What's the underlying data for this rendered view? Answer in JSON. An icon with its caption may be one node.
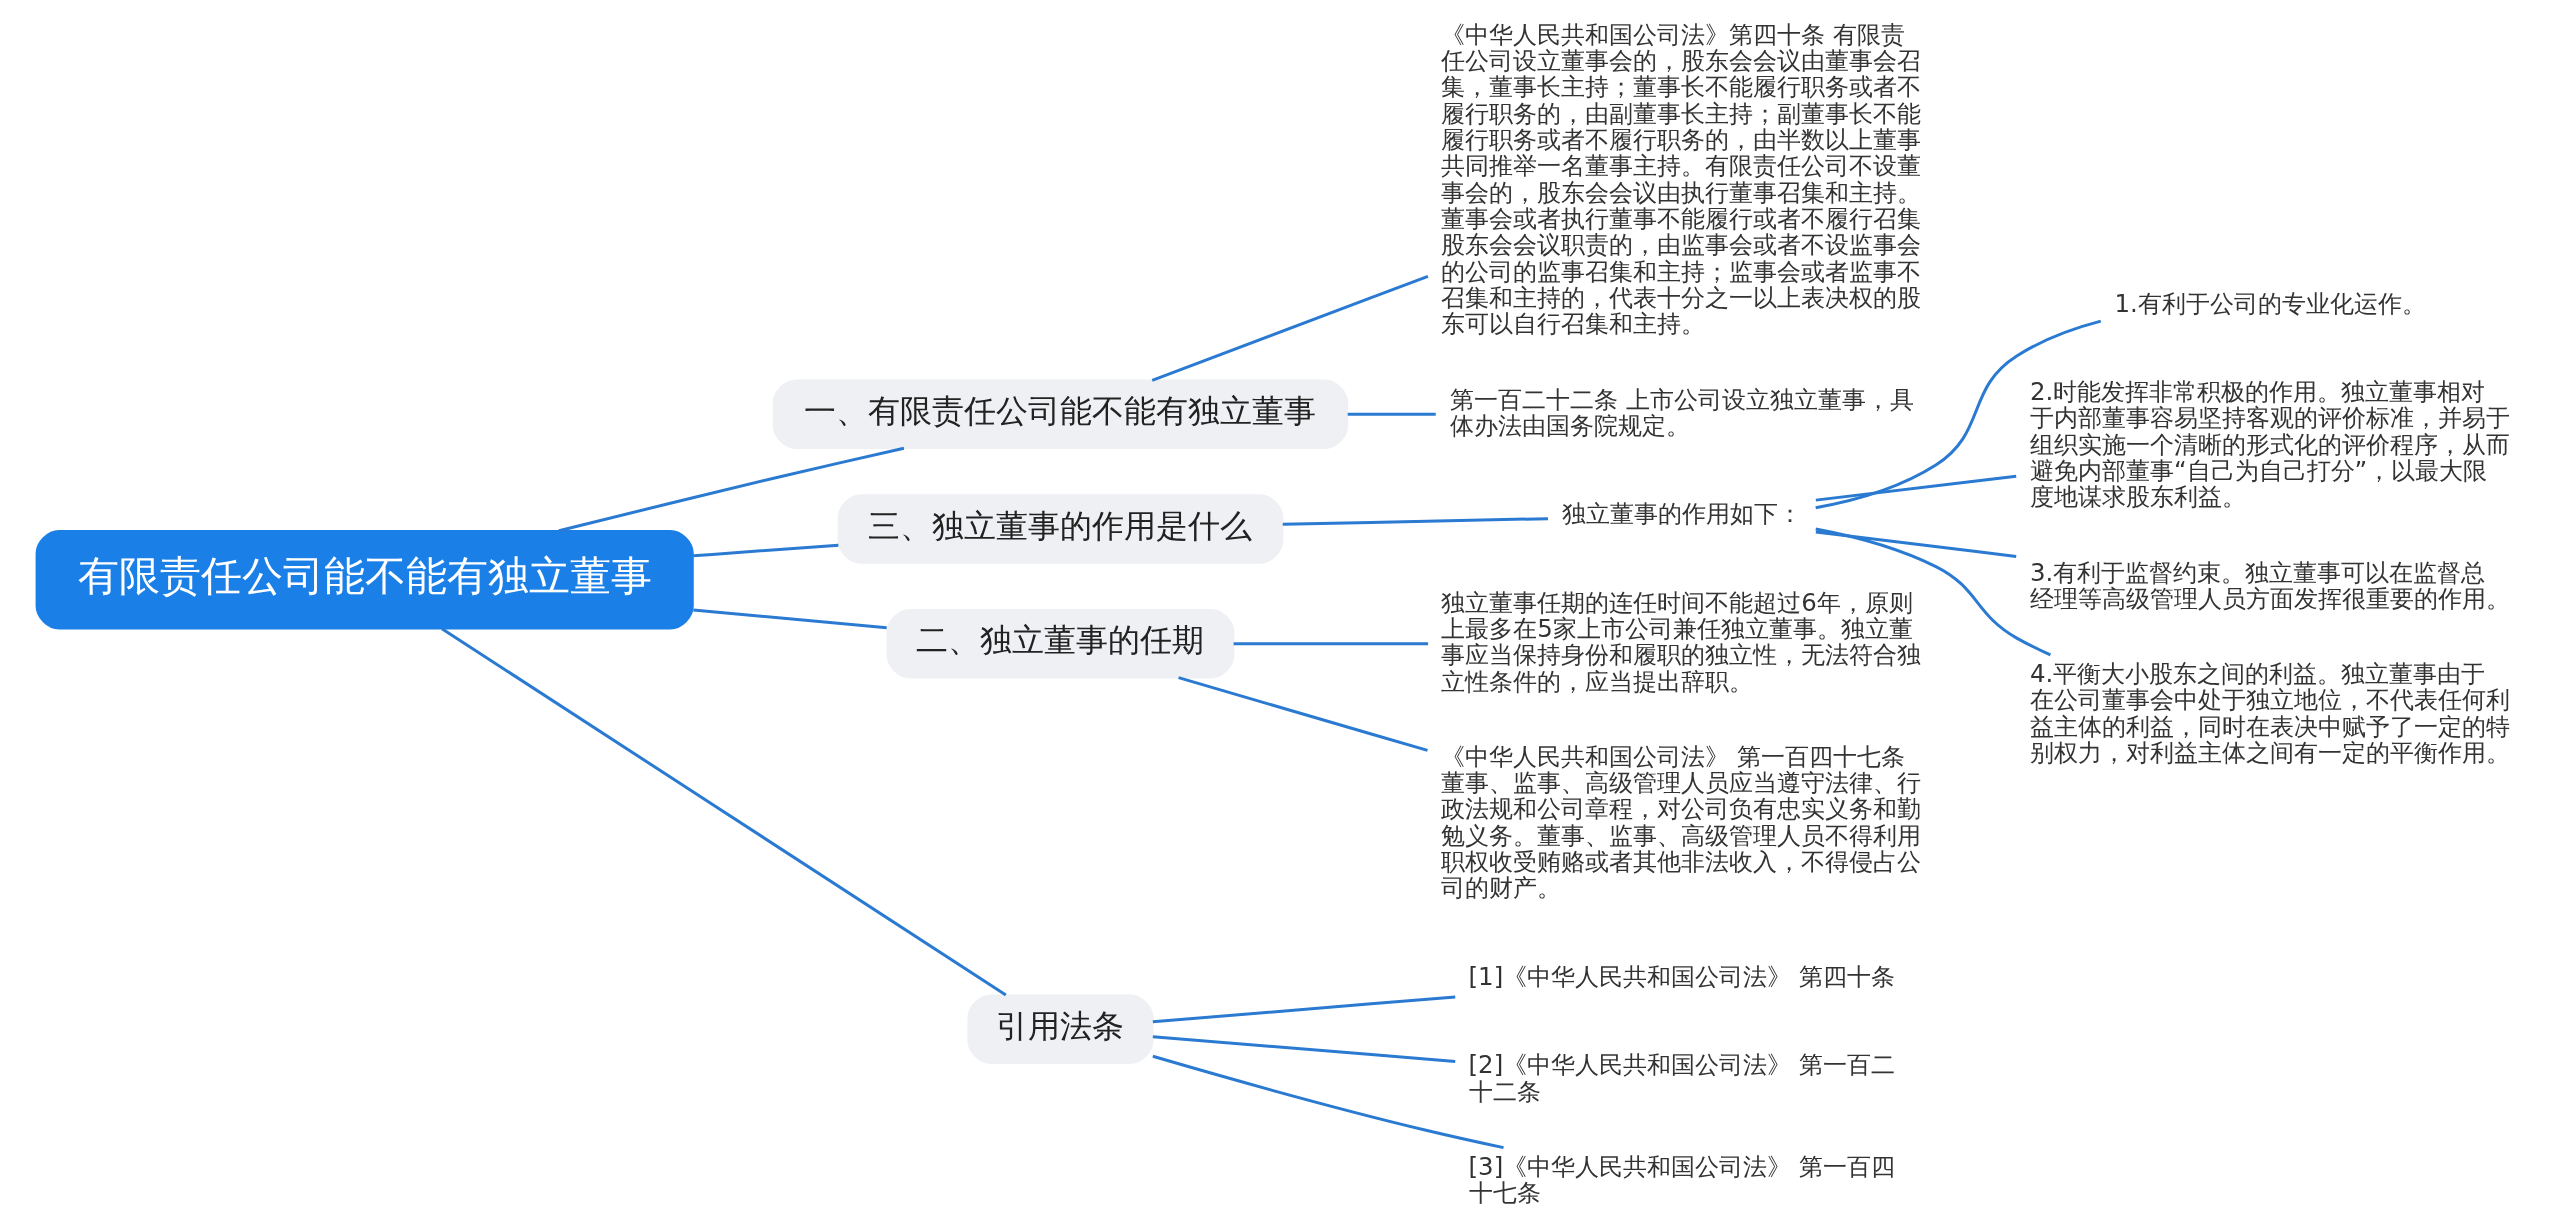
{
  "diagram": {
    "nodes": [
      {
        "text": [
          "有限责任公司能不能有独立董事"
        ]
      },
      {
        "text": [
          "一、有限责任公司能不能有独立董事"
        ]
      },
      {
        "text": [
          "《中华人民共和国公司法》第四十条 有限责任公司设立董事会的，股东会会议由董事会召集，董事长主持；董事长不能履行职务或者不履行职务的，由副董事长主持；副董事长不能履行职务或者不履行职务的，由半数以上董事共同推举一名董事主持。有限责任公司不设董事会的，股东会会议由执行董事召集和主持。董事会或者执行董事不能履行或者不履行召集股东会会议职责的，由监事会或者不设监事会的公司的监事召集和主持；监事会或者监事不召集和主持的，代表十分之一以上表决权的股东可以自行召集和主持。"
        ]
      },
      {
        "text": [
          "第一百二十二条 上市公司设立独立董事，具体办法由国务院规定。"
        ]
      },
      {
        "text": [
          "三、独立董事的作用是什么"
        ]
      },
      {
        "text": [
          "独立董事的作用如下："
        ]
      },
      {
        "text": [
          "1.有利于公司的专业化运作。"
        ]
      },
      {
        "text": [
          "2.时能发挥非常积极的作用。独立董事相对于内部董事容易坚持客观的评价标准，并易于组织实施一个清晰的形式化的评价程序，从而避免内部董事“自己为自己打分”，以最大限度地谋求股东利益。"
        ]
      },
      {
        "text": [
          "3.有利于监督约束。独立董事可以在监督总经理等高级管理人员方面发挥很重要的作用。"
        ]
      },
      {
        "text": [
          "4.平衡大小股东之间的利益。独立董事由于在公司董事会中处于独立地位，不代表任何利益主体的利益，同时在表决中赋予了一定的特别权力，对利益主体之间有一定的平衡作用。"
        ]
      },
      {
        "text": [
          "二、独立董事的任期"
        ]
      },
      {
        "text": [
          "独立董事任期的连任时间不能超过6年，原则上最多在5家上市公司兼任独立董事。独立董事应当保持身份和履职的独立性，无法符合独立性条件的，应当提出辞职。"
        ]
      },
      {
        "text": [
          "《中华人民共和国公司法》 第一百四十七条董事、监事、高级管理人员应当遵守法律、行政法规和公司章程，对公司负有忠实义务和勤勉义务。董事、监事、高级管理人员不得利用职权收受贿赂或者其他非法收入，不得侵占公司的财产。"
        ]
      },
      {
        "text": [
          "引用法条"
        ]
      },
      {
        "text": [
          "[1]《中华人民共和国公司法》 第四十条"
        ]
      },
      {
        "text": [
          "[2]《中华人民共和国公司法》 第一百二十二条"
        ]
      },
      {
        "text": [
          "[3]《中华人民共和国公司法》 第一百四十七条"
        ]
      }
    ],
    "edges": [
      {
        "from": 0,
        "to": 1,
        "arrow": "none"
      },
      {
        "from": 1,
        "to": 2,
        "arrow": "none"
      },
      {
        "from": 1,
        "to": 3,
        "arrow": "none"
      },
      {
        "from": 0,
        "to": 4,
        "arrow": "none"
      },
      {
        "from": 4,
        "to": 5,
        "arrow": "none"
      },
      {
        "from": 5,
        "to": 6,
        "arrow": "none"
      },
      {
        "from": 5,
        "to": 7,
        "arrow": "none"
      },
      {
        "from": 5,
        "to": 8,
        "arrow": "none"
      },
      {
        "from": 5,
        "to": 9,
        "arrow": "none"
      },
      {
        "from": 0,
        "to": 10,
        "arrow": "none"
      },
      {
        "from": 10,
        "to": 11,
        "arrow": "none"
      },
      {
        "from": 10,
        "to": 12,
        "arrow": "none"
      },
      {
        "from": 0,
        "to": 13,
        "arrow": "none"
      },
      {
        "from": 13,
        "to": 14,
        "arrow": "none"
      },
      {
        "from": 13,
        "to": 15,
        "arrow": "none"
      },
      {
        "from": 13,
        "to": 16,
        "arrow": "none"
      }
    ]
  }
}
